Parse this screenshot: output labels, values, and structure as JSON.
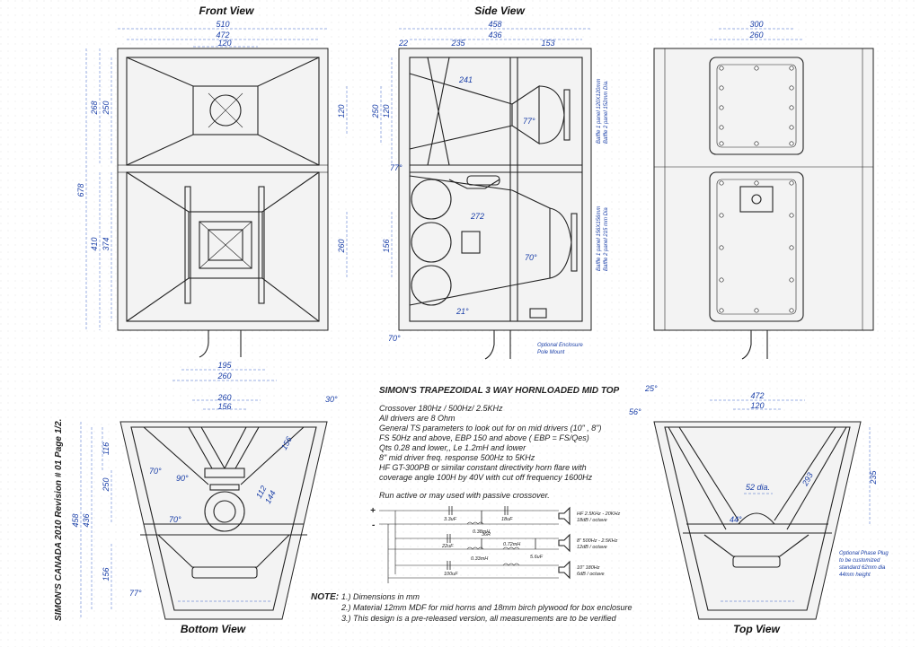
{
  "views": {
    "front": "Front View",
    "side": "Side View",
    "bottom": "Bottom View",
    "top": "Top View"
  },
  "front_dims": {
    "d510": "510",
    "d472": "472",
    "d120": "120",
    "d268": "268",
    "d250": "250",
    "d678": "678",
    "d410": "410",
    "d374": "374",
    "r120": "120",
    "r260": "260",
    "d195": "195",
    "d260": "260"
  },
  "side_dims": {
    "d458": "458",
    "d436": "436",
    "d22": "22",
    "d235": "235",
    "d153": "153",
    "d250": "250",
    "d120": "120",
    "d156": "156",
    "a241": "241",
    "a272": "272",
    "ang77a": "77°",
    "ang77b": "77°",
    "ang70a": "70°",
    "ang70b": "70°",
    "ang21": "21°",
    "baffle1a": "Baffle 1 panel 120X120mm",
    "baffle1b": "Baffle 2 panel 152mm Dia.",
    "baffle2a": "Baffle 1 panel 156X156mm",
    "baffle2b": "Baffle 2 panel 215 mm Dia",
    "pole1": "Optional Enclosure",
    "pole2": "Pole Mount"
  },
  "rear_dims": {
    "d300": "300",
    "d260": "260"
  },
  "bottom_dims": {
    "d260": "260",
    "d156": "156",
    "ang30": "30°",
    "d116": "116",
    "d250": "250",
    "d458": "458",
    "d436": "436",
    "d156v": "156",
    "ang70a": "70°",
    "ang90": "90°",
    "ang70b": "70°",
    "d112": "112",
    "d144": "144",
    "d156d": "156",
    "ang77": "77°"
  },
  "top_dims": {
    "d472": "472",
    "d120": "120",
    "ang25": "25°",
    "ang56": "56°",
    "d293": "293",
    "d235": "235",
    "d52": "52 dia.",
    "ang44": "44°",
    "plug1": "Optional Phase Plug",
    "plug2": "to be customized",
    "plug3": "standard 62mm dia",
    "plug4": "44mm height"
  },
  "side_label": "SIMON'S CANADA 2010  Revision # 01  Page 1/2.",
  "spec": {
    "title": "SIMON'S TRAPEZOIDAL  3 WAY HORNLOADED MID TOP",
    "lines": [
      "Crossover 180Hz / 500Hz/ 2.5KHz",
      "All drivers are 8 Ohm",
      "General TS parameters to look out for on mid drivers (10\" , 8\")",
      "FS 50Hz and above, EBP 150 and above ( EBP = FS/Qes)",
      "Qts 0.28 and lower,, Le 1.2mH and lower",
      "8\" mid driver freq. response 500Hz to 5KHz",
      "HF GT-300PB or similar constant directivity horn flare with",
      "coverage angle 100H by 40V with cut off frequency 1600Hz"
    ],
    "run": "Run active or may used with passive crossover."
  },
  "crossover": {
    "plus": "+",
    "minus": "-",
    "c1": "3.3uF",
    "c2": "18uF",
    "l1": "0.38mH",
    "c3": "22uF",
    "l2": "0.72mH",
    "c4": "5.6uF",
    "l3": "0.33mH",
    "c5": "100uF",
    "r1": "36R",
    "hf1": "HF 2.5KHz - 20KHz",
    "hf2": "18dB / octave",
    "mid1": "8\" 500Hz - 2.5KHz",
    "mid2": "12dB / octave",
    "lf1": "10\" 180Hz",
    "lf2": "6dB / octave"
  },
  "notes": {
    "label": "NOTE:",
    "n1": "1.) Dimensions in mm",
    "n2": "2.) Material 12mm MDF for mid horns and 18mm birch plywood for box enclosure",
    "n3": "3.) This design is a pre-released version, all measurements are to be verified"
  }
}
